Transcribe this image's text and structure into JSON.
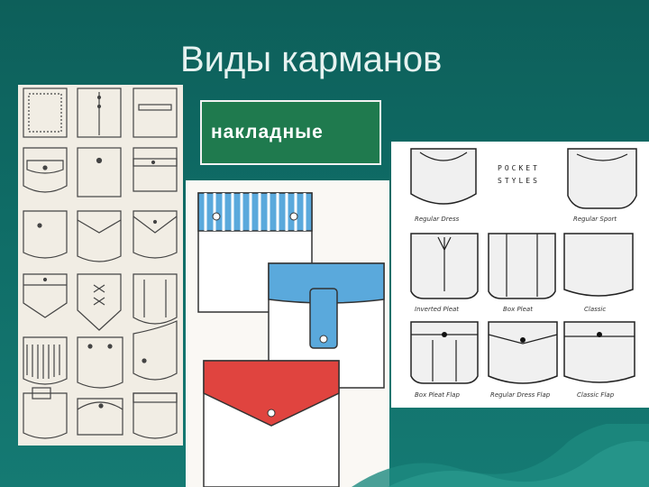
{
  "slide": {
    "title": "Виды карманов",
    "tag_label": "накладные"
  },
  "right_panel": {
    "heading_line1": "POCKET",
    "heading_line2": "STYLES",
    "captions": [
      "Regular Dress",
      "Regular Sport",
      "Inverted Pleat",
      "Box Pleat",
      "Classic",
      "Box Pleat Flap",
      "Regular Dress Flap",
      "Classic Flap"
    ]
  },
  "colors": {
    "background": "#0f6c66",
    "tag_fill": "#1f7a4e",
    "blue_pocket": "#5aa9dc",
    "red_pocket": "#e0443f"
  }
}
